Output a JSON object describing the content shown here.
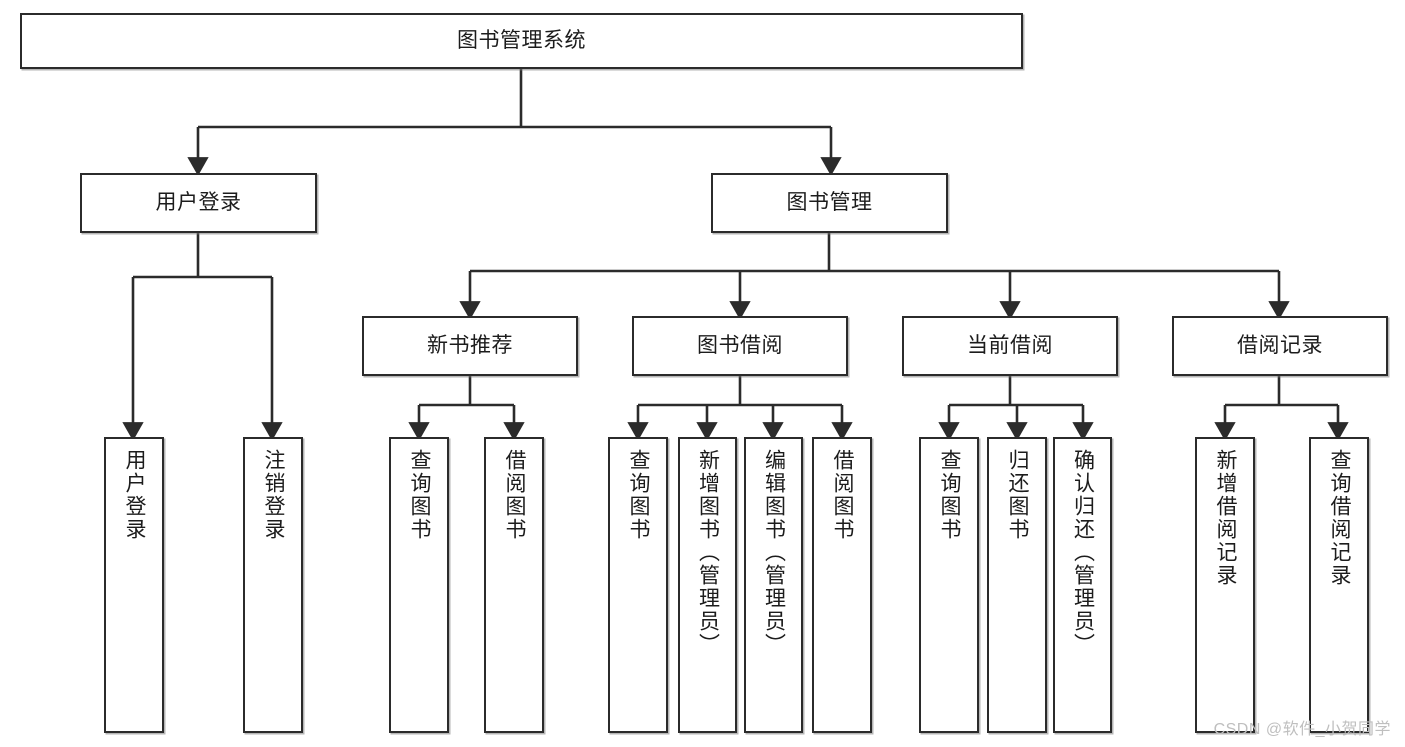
{
  "diagram": {
    "title_node": {
      "label": "图书管理系统"
    },
    "level2": [
      {
        "id": "user-login",
        "label": "用户登录"
      },
      {
        "id": "book-management",
        "label": "图书管理"
      }
    ],
    "level3": [
      {
        "id": "new-book-recommend",
        "label": "新书推荐"
      },
      {
        "id": "book-borrow",
        "label": "图书借阅"
      },
      {
        "id": "current-borrow",
        "label": "当前借阅"
      },
      {
        "id": "borrow-record",
        "label": "借阅记录"
      }
    ],
    "leaves": {
      "user-login": [
        {
          "id": "leaf-user-login",
          "label": "用户登录"
        },
        {
          "id": "leaf-logout",
          "label": "注销登录"
        }
      ],
      "new-book-recommend": [
        {
          "id": "leaf-query-book-1",
          "label": "查询图书"
        },
        {
          "id": "leaf-borrow-book-1",
          "label": "借阅图书"
        }
      ],
      "book-borrow": [
        {
          "id": "leaf-query-book-2",
          "label": "查询图书"
        },
        {
          "id": "leaf-add-book",
          "label": "新增图书（管理员）"
        },
        {
          "id": "leaf-edit-book",
          "label": "编辑图书（管理员）"
        },
        {
          "id": "leaf-borrow-book-2",
          "label": "借阅图书"
        }
      ],
      "current-borrow": [
        {
          "id": "leaf-query-book-3",
          "label": "查询图书"
        },
        {
          "id": "leaf-return-book",
          "label": "归还图书"
        },
        {
          "id": "leaf-confirm-return",
          "label": "确认归还（管理员）"
        }
      ],
      "borrow-record": [
        {
          "id": "leaf-add-record",
          "label": "新增借阅记录"
        },
        {
          "id": "leaf-query-record",
          "label": "查询借阅记录"
        }
      ]
    }
  },
  "watermark": {
    "text": "CSDN @软件_小贺同学"
  },
  "colors": {
    "box_border": "#2b2b2b",
    "connector": "#2b2b2b",
    "text": "#1c1c1c",
    "watermark": "#bfbfbf",
    "background": "#ffffff"
  }
}
